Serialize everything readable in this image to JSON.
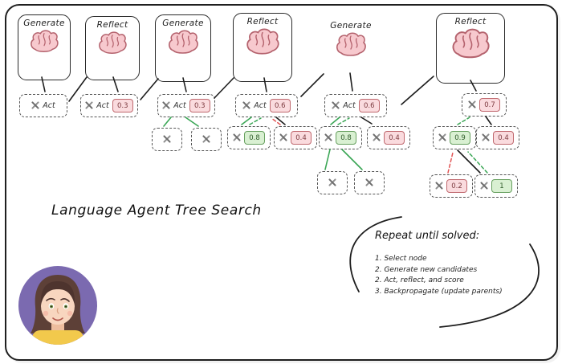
{
  "title": "Language Agent Tree Search",
  "stages": [
    {
      "label": "Generate"
    },
    {
      "label": "Reflect"
    },
    {
      "label": "Generate"
    },
    {
      "label": "Reflect"
    },
    {
      "label": "Generate"
    },
    {
      "label": "Reflect"
    }
  ],
  "nodes": {
    "n1": {
      "label": "Act"
    },
    "n2": {
      "label": "Act",
      "score": "0.3"
    },
    "n3": {
      "label": "Act",
      "score": "0.3"
    },
    "n4": {
      "label": "Act",
      "score": "0.6"
    },
    "n4a": {
      "score": "0.8"
    },
    "n4b": {
      "score": "0.4"
    },
    "n5": {
      "label": "Act",
      "score": "0.6"
    },
    "n5a": {
      "score": "0.8"
    },
    "n5b": {
      "score": "0.4"
    },
    "n6top": {
      "score": "0.7"
    },
    "n6a": {
      "score": "0.9"
    },
    "n6b": {
      "score": "0.4"
    },
    "n6c": {
      "score": "0.2"
    },
    "n6d": {
      "score": "1"
    }
  },
  "repeat": {
    "heading": "Repeat until solved:",
    "steps": [
      "1. Select node",
      "2. Generate new candidates",
      "2. Act, reflect, and score",
      "3. Backpropagate (update parents)"
    ]
  },
  "icons": {
    "node_icon": "hammer-and-pick",
    "stage_icon": "brain"
  },
  "colors": {
    "badge_pink": "#fadbde",
    "badge_pink_border": "#c0696f",
    "badge_green": "#d9f0d2",
    "badge_green_border": "#67a05f",
    "arrow_green": "#3aa655",
    "arrow_red": "#e25555",
    "brain_fill": "#f7c9ce",
    "avatar_bg": "#7b6ab0"
  }
}
